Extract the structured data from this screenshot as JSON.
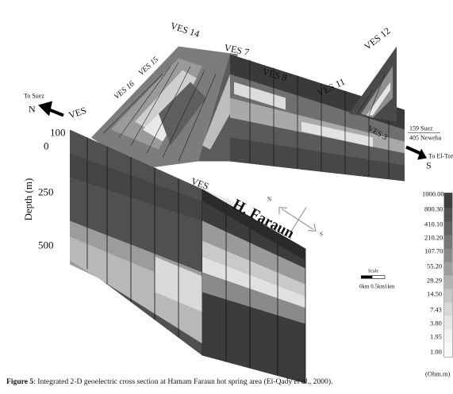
{
  "figure": {
    "ves_labels": [
      "VES 14",
      "VES 15",
      "VES 16",
      "VES",
      "VES 7",
      "VES 8",
      "VES 11",
      "VES 12",
      "VES 3",
      "VES"
    ],
    "depth_axis": {
      "label": "Depth (m)",
      "ticks": [
        "100",
        "0",
        "250",
        "500"
      ]
    },
    "north_arrow": {
      "letter": "N",
      "direction": "To Suez"
    },
    "south_arrow": {
      "letter": "S",
      "direction": "To El-Tor"
    },
    "road_labels": [
      "159 Suez",
      "405 Neweba"
    ],
    "site_label": "H. Faraun",
    "compass": {
      "n": "N",
      "s": "S"
    },
    "scale_bar": {
      "title": "Scale",
      "labels": "0km  0.5km1km"
    },
    "legend": {
      "values": [
        "1000.00",
        "800.30",
        "410.10",
        "210.20",
        "107.70",
        "55.20",
        "28.29",
        "14.50",
        "7.43",
        "3.80",
        "1.95",
        "1.00"
      ],
      "unit": "(Ohm.m)"
    }
  },
  "caption": {
    "label": "Figure 5",
    "text": ": Integrated 2-D geoelectric cross section at Hamam Faraun hot spring area  (El-Qady ",
    "italic": "et al",
    "tail": "., 2000)."
  }
}
